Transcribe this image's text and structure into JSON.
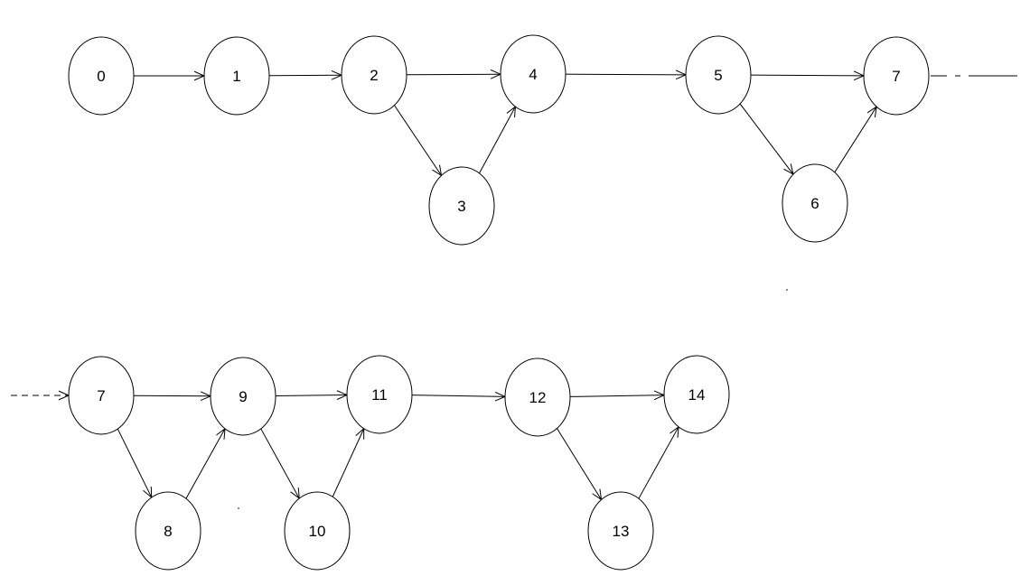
{
  "diagram": {
    "type": "directed-graph",
    "rows": [
      {
        "nodes": [
          {
            "id": "r1-0",
            "label": "0"
          },
          {
            "id": "r1-1",
            "label": "1"
          },
          {
            "id": "r1-2",
            "label": "2"
          },
          {
            "id": "r1-3",
            "label": "3"
          },
          {
            "id": "r1-4",
            "label": "4"
          },
          {
            "id": "r1-5",
            "label": "5"
          },
          {
            "id": "r1-6",
            "label": "6"
          },
          {
            "id": "r1-7",
            "label": "7"
          }
        ],
        "edges": [
          {
            "from": "r1-0",
            "to": "r1-1"
          },
          {
            "from": "r1-1",
            "to": "r1-2"
          },
          {
            "from": "r1-2",
            "to": "r1-4"
          },
          {
            "from": "r1-2",
            "to": "r1-3"
          },
          {
            "from": "r1-3",
            "to": "r1-4"
          },
          {
            "from": "r1-4",
            "to": "r1-5"
          },
          {
            "from": "r1-5",
            "to": "r1-7"
          },
          {
            "from": "r1-5",
            "to": "r1-6"
          },
          {
            "from": "r1-6",
            "to": "r1-7"
          }
        ],
        "continuation_out": "r1-7"
      },
      {
        "nodes": [
          {
            "id": "r2-7",
            "label": "7"
          },
          {
            "id": "r2-8",
            "label": "8"
          },
          {
            "id": "r2-9",
            "label": "9"
          },
          {
            "id": "r2-10",
            "label": "10"
          },
          {
            "id": "r2-11",
            "label": "11"
          },
          {
            "id": "r2-12",
            "label": "12"
          },
          {
            "id": "r2-13",
            "label": "13"
          },
          {
            "id": "r2-14",
            "label": "14"
          }
        ],
        "edges": [
          {
            "from": "r2-7",
            "to": "r2-9"
          },
          {
            "from": "r2-7",
            "to": "r2-8"
          },
          {
            "from": "r2-8",
            "to": "r2-9"
          },
          {
            "from": "r2-9",
            "to": "r2-11"
          },
          {
            "from": "r2-9",
            "to": "r2-10"
          },
          {
            "from": "r2-10",
            "to": "r2-11"
          },
          {
            "from": "r2-11",
            "to": "r2-12"
          },
          {
            "from": "r2-12",
            "to": "r2-14"
          },
          {
            "from": "r2-12",
            "to": "r2-13"
          },
          {
            "from": "r2-13",
            "to": "r2-14"
          }
        ],
        "continuation_in": "r2-7"
      }
    ]
  }
}
